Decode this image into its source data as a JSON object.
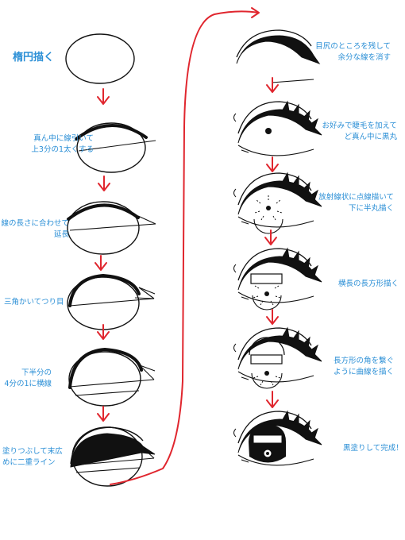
{
  "colors": {
    "label": "#2b8fd6",
    "arrow": "#e0262e",
    "ink": "#111111"
  },
  "left_steps": [
    {
      "lines": [
        "楕円描く"
      ]
    },
    {
      "lines": [
        "真ん中に線引いて",
        "上3分の1太くする"
      ]
    },
    {
      "lines": [
        "線の長さに合わせて",
        "延長"
      ]
    },
    {
      "lines": [
        "三角かいてつり目"
      ]
    },
    {
      "lines": [
        "下半分の",
        "4分の1に横線"
      ]
    },
    {
      "lines": [
        "塗りつぶして末広",
        "めに二重ライン"
      ]
    }
  ],
  "right_steps": [
    {
      "lines": [
        "目尻のところを残して",
        "余分な線を消す"
      ]
    },
    {
      "lines": [
        "お好みで睫毛を加えて",
        "ど真ん中に黒丸"
      ]
    },
    {
      "lines": [
        "放射線状に点線描いて",
        "下に半丸描く"
      ]
    },
    {
      "lines": [
        "横長の長方形描く"
      ]
    },
    {
      "lines": [
        "長方形の角を繋ぐ",
        "ように曲線を描く"
      ]
    },
    {
      "lines": [
        "黒塗りして完成！"
      ]
    }
  ]
}
